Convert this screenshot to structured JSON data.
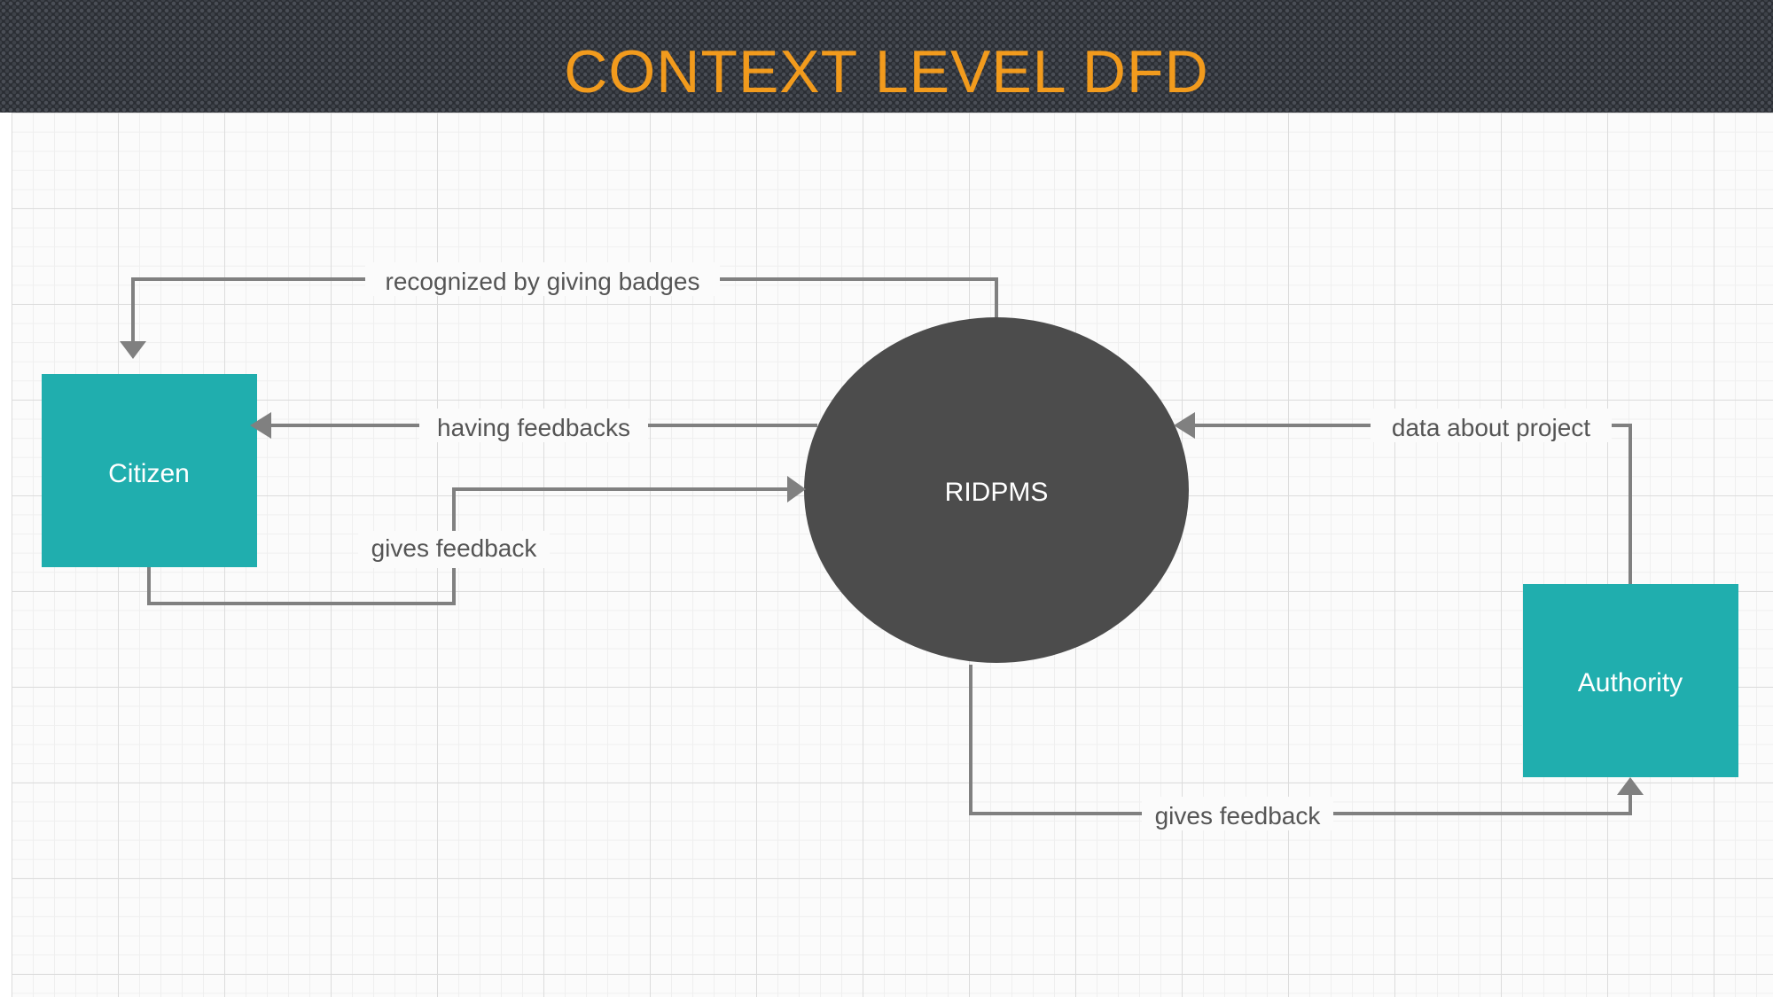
{
  "title": "CONTEXT LEVEL DFD",
  "colors": {
    "title": "#f29b1d",
    "entity_fill": "#20aeae",
    "process_fill": "#4c4c4c",
    "arrow": "#808080"
  },
  "nodes": {
    "citizen": "Citizen",
    "process": "RIDPMS",
    "authority": "Authority"
  },
  "flows": {
    "recognized": "recognized by giving badges",
    "having_feedbacks": "having feedbacks",
    "citizen_gives_feedback": "gives feedback",
    "data_about_project": "data about project",
    "authority_gives_feedback": "gives feedback"
  }
}
